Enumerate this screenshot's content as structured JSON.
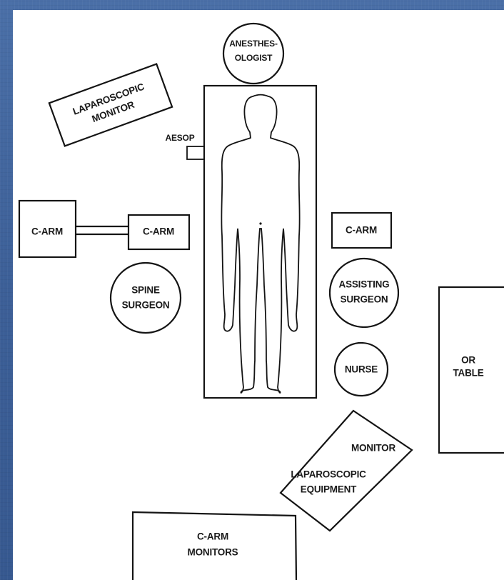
{
  "diagram": {
    "anesthesiologist": {
      "line1": "ANESTHES-",
      "line2": "OLOGIST"
    },
    "laparoscopic_monitor": {
      "line1": "LAPAROSCOPIC",
      "line2": "MONITOR"
    },
    "aesop": "AESOP",
    "c_arm_left_outer": "C-ARM",
    "c_arm_left_inner": "C-ARM",
    "c_arm_right": "C-ARM",
    "spine_surgeon": {
      "line1": "SPINE",
      "line2": "SURGEON"
    },
    "assisting_surgeon": {
      "line1": "ASSISTING",
      "line2": "SURGEON"
    },
    "nurse": "NURSE",
    "or_table": {
      "line1": "OR",
      "line2": "TABLE"
    },
    "monitor": "MONITOR",
    "laparoscopic_equipment": {
      "line1": "LAPAROSCOPIC",
      "line2": "EQUIPMENT"
    },
    "c_arm_monitors": {
      "line1": "C-ARM",
      "line2": "MONITORS"
    }
  },
  "colors": {
    "background": "#3f639b",
    "paper": "#ffffff",
    "ink": "#141414"
  }
}
